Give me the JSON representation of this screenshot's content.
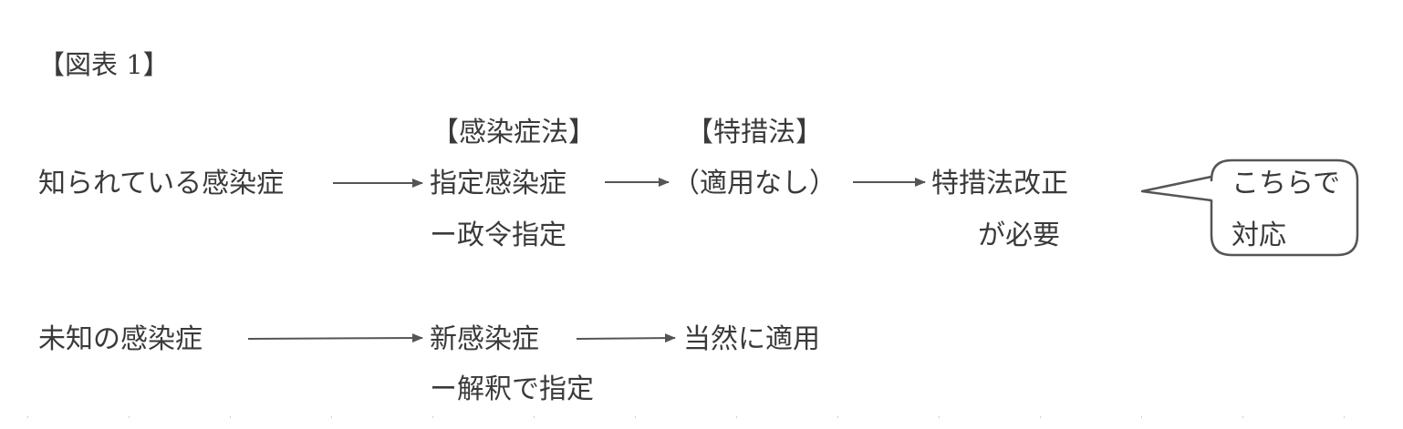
{
  "figure_label": "【図表 1】",
  "row1": {
    "header_law1": "【感染症法】",
    "header_law2": "【特措法】",
    "start": "知られている感染症",
    "step1_line1": "指定感染症",
    "step1_line2": "ー政令指定",
    "step2": "（適用なし）",
    "step3_line1": "特措法改正",
    "step3_line2": "が必要",
    "callout_line1": "こちらで",
    "callout_line2": "対応"
  },
  "row2": {
    "start": "未知の感染症",
    "step1_line1": "新感染症",
    "step1_line2": "ー解釈で指定",
    "step2": "当然に適用"
  },
  "colors": {
    "text": "#3a3a3a",
    "arrow": "#555555",
    "bubble_border": "#555555"
  }
}
